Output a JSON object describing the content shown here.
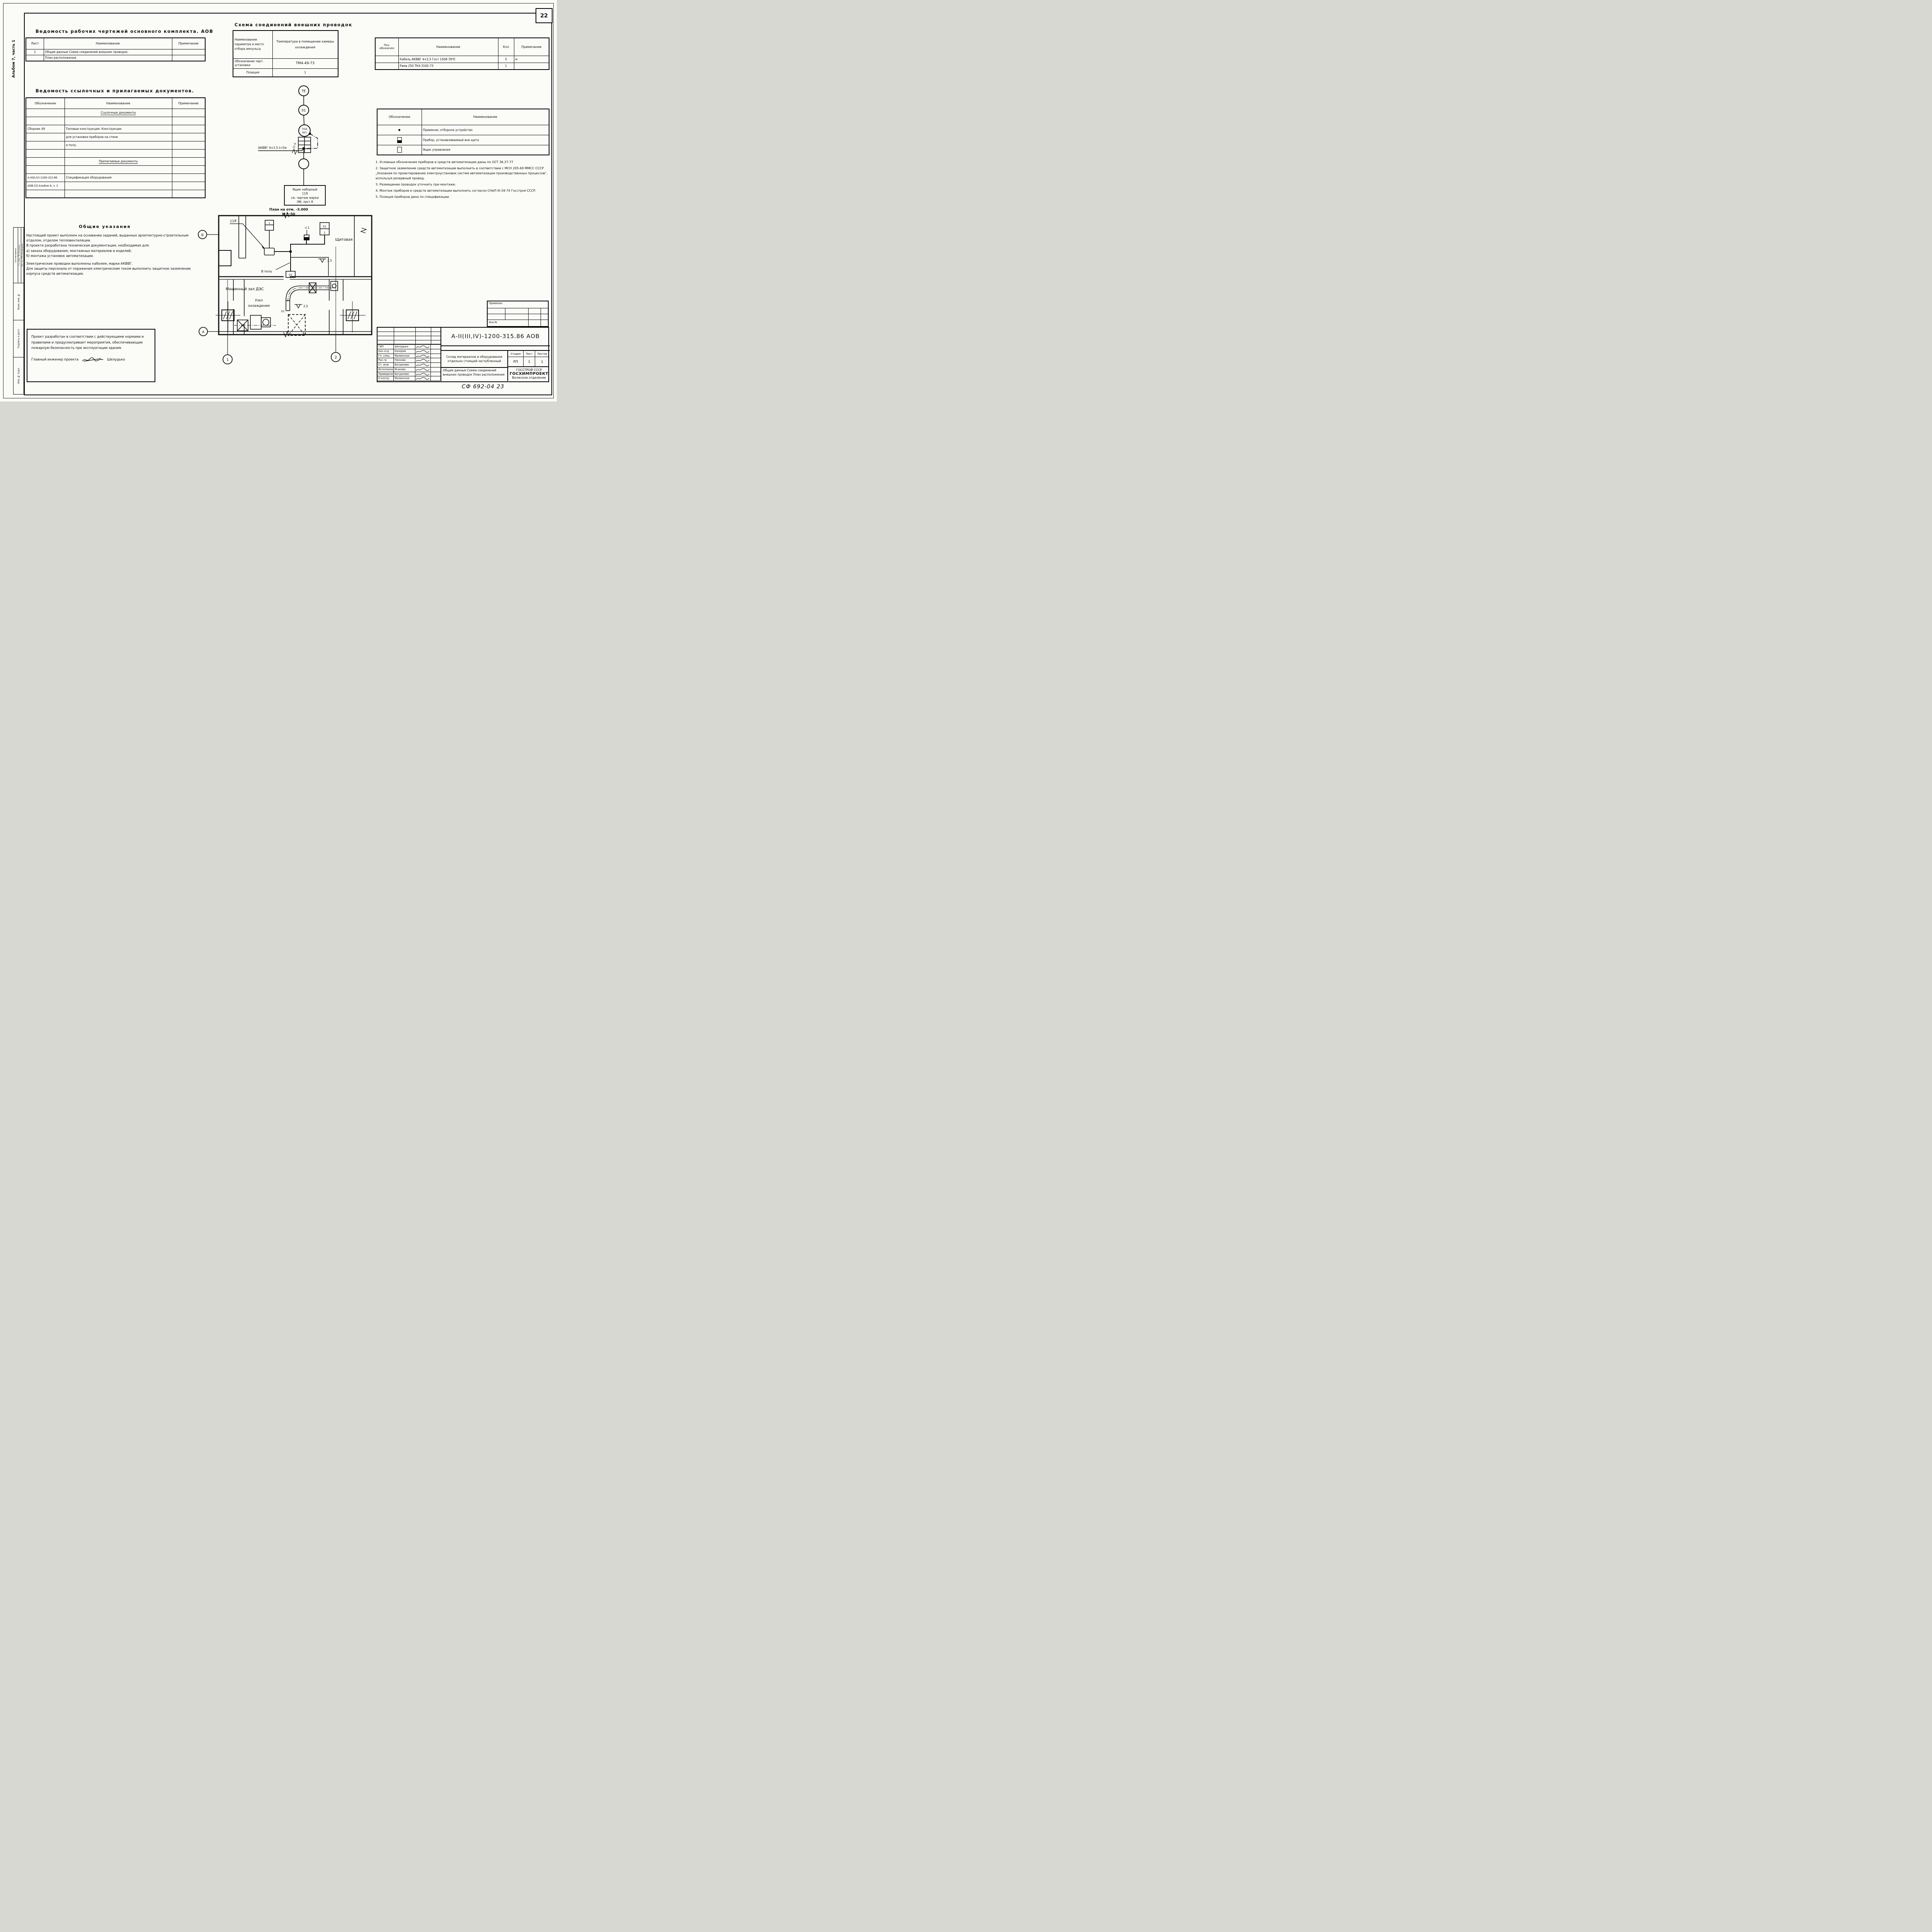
{
  "page": {
    "number": "22",
    "album_label": "Альбом 7, часть 1",
    "footer_code": "СФ 692-04  23"
  },
  "left_margin": {
    "approved": "Согласовано:",
    "sig1": "Гл. спец. ТО  Петренко",
    "sig2": "Рук. гр. ОТВ  Звондырева",
    "field1": "Взам. инв. №",
    "field2": "Подпись и дата",
    "field3": "Инв. № подл."
  },
  "worksheet_register": {
    "title": "Ведомость рабочих чертежей основного комплекта. АОВ",
    "headers": [
      "Лист",
      "Наименование",
      "Примечание"
    ],
    "rows": [
      [
        "1",
        "Общие данные Схема соединений внешних проводок.",
        ""
      ],
      [
        "",
        "План расположения.",
        ""
      ]
    ]
  },
  "reference_register": {
    "title": "Ведомость ссылочных и прилагаемых документов.",
    "headers": [
      "Обозначение",
      "Наименование",
      "Примечание"
    ],
    "section1": "Ссылочные документы",
    "section2": "Прилагаемые документы",
    "rows": [
      [
        "Сборник 49",
        "Типовые конструкции. Конструкции",
        ""
      ],
      [
        "",
        "для установки приборов на стене",
        ""
      ],
      [
        "",
        "и полу.",
        ""
      ],
      [
        "А-II(III,IV)-1200-315.86",
        "Спецификация оборудования",
        ""
      ],
      [
        "АОВ.СО Альбом 8, ч. 2",
        "",
        ""
      ]
    ]
  },
  "wiring_schema": {
    "title": "Схема соединений внешних проводок",
    "param_label": "Наименование параметра и место отбора импульса",
    "param_value": "Температура в помещении камеры охлаждения",
    "drawing_label": "Обозначение черт. установки",
    "drawing_value": "ТМ4-49-73",
    "position_label": "Позиция",
    "position_value": "1"
  },
  "schematic": {
    "node_te": "ТЕ",
    "node_01": "01",
    "node_sk_line1": "TISA",
    "node_sk_line2": "SK1",
    "terminal_tag": "11-9",
    "cable_label": "АКВВГ 4×2,5   ℓ=5м",
    "box_line1": "Ящик наборный",
    "box_line2": "11Я",
    "box_line3": "см. чертеж марки",
    "box_line4": "ЭМ, лист 8",
    "caption": "План на отм. -3.000",
    "scale": "М 1:50"
  },
  "equipment_table": {
    "headers": [
      "Поз. обозначен",
      "Наименование",
      "Кол",
      "Примечание"
    ],
    "rows": [
      [
        "",
        "Кабель АКВВГ 4×2,5    Гост 1508-78*Е",
        "5",
        "м"
      ],
      [
        "",
        "Рама 250  ТК4-3165-73",
        "1",
        ""
      ]
    ]
  },
  "legend": {
    "headers": [
      "Обозначение",
      "Наименование"
    ],
    "rows": [
      {
        "symbol": "dot",
        "label": "Приемное, отборное устройство"
      },
      {
        "symbol": "half-square",
        "label": "Прибор, устанавливаемый вне щита"
      },
      {
        "symbol": "square",
        "label": "Ящик управления"
      }
    ]
  },
  "notes": [
    "1. Условные обозначения приборов и средств автоматизации даны по ОСТ 36.27-77",
    "2. Защитное заземление средств автоматизации выполнить в соответствии с МСН 205-69 ММСС СССР „Указания по проектированию электроустановок систем автоматизации производственных процессов“, используя резервный провод.",
    "3. Размещение проводок уточнить при монтаже.",
    "4. Монтаж приборов и средств автоматизации выполнить согласно СНиП III-34-74 Госстроя СССР.",
    "5. Позиция приборов дана по спецификации."
  ],
  "general_notes": {
    "title": "Общие указания",
    "lines": [
      "Настоящий проект выполнен на основании заданий, выданных архитектурно-строительным отделом, отделом тепловентиляции.",
      "В проекте разработана техническая документация, необходимая для:",
      "а) заказа оборудования, монтажных материалов и изделий;",
      "б) монтажа установок автоматизации.",
      "Электрические проводки выполнены кабелем, марки АКВВГ.",
      "Для защиты персонала от поражения электрическим током выполнить защитное заземление корпуса средств автоматизации."
    ]
  },
  "compliance": {
    "text": "Проект разработан в соответствии с действующими нормами и правилами и предусматривает мероприятия, обеспечивающие пожарную безопасность при эксплуатации здания.",
    "signer_role": "Главный инженер проекта",
    "signer_name": "Шелудько"
  },
  "floor_plan": {
    "room_shield": "Щитовая",
    "room_machine": "Машинный зал ДЭС",
    "room_cooling1": "Узел",
    "room_cooling2": "охлаждения",
    "label_11ya": "11Я",
    "label_p1": "п.1",
    "label_v_polu": "В полу",
    "tag_1": "1",
    "tag_01_top": "01",
    "tag_01_sub": "1",
    "tag_01_mid": "01",
    "tag_01_low": "01",
    "elev_upper": "2,5",
    "elev_lower": "2,5",
    "axis_a": "А",
    "axis_b": "Б",
    "axis_1": "1",
    "axis_2": "2"
  },
  "title_block": {
    "doc_number": "А-II(III,IV)-1200-315.86 АОВ",
    "rows": [
      {
        "role": "ГИП",
        "name": "Шелудько"
      },
      {
        "role": "Нач отд",
        "name": "Конорев"
      },
      {
        "role": "Гл. спец",
        "name": "Малинская"
      },
      {
        "role": "Рук гр",
        "name": "Пискова"
      },
      {
        "role": "Ст. инж",
        "name": "Богданова"
      },
      {
        "role": "Исполнила",
        "name": "Исакова"
      },
      {
        "role": "Проверила",
        "name": "Богданова"
      },
      {
        "role": "Н контр.",
        "name": "Малинская"
      }
    ],
    "project": "Склад материалов и оборудования отдельно стоящий заглубленный",
    "doc_title": "Общие данные Схема соединений внешних проводок План расположения",
    "stage_headers": [
      "Стадия",
      "Лист",
      "Листов"
    ],
    "stage_values": [
      "РП",
      "1",
      "1"
    ],
    "org_line1": "ГОССТРОЙ СССР",
    "org_line2": "ГОСХИМПРОЕКТ",
    "org_line3": "Волжское отделение",
    "annex_title": "Привязан",
    "inv_label": "Инв №"
  }
}
